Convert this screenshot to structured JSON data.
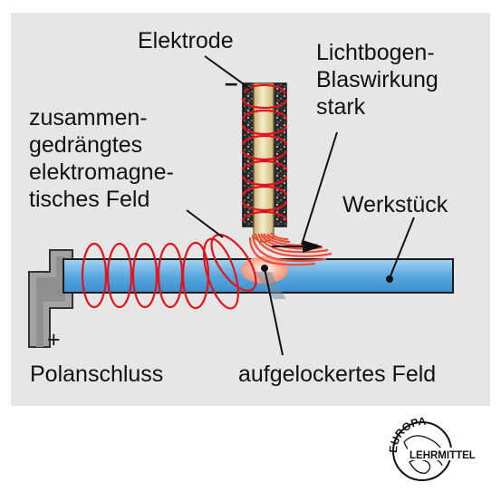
{
  "colors": {
    "panel": "#e6e6e6",
    "coil": "#e0141b",
    "workpiece": "#5aa8de",
    "electrode": "#ecd9a8",
    "holder": "#a3a3a3",
    "arc": "#f04e3b",
    "molten": "#f59a80"
  },
  "labels": {
    "elektrode": "Elektrode",
    "minus": "–",
    "plus": "+",
    "blas": [
      "Lichtbogen-",
      "Blaswirkung",
      "stark"
    ],
    "feld": [
      "zusammen-",
      "gedrängtes",
      "elektromagne-",
      "tisches Feld"
    ],
    "werkstueck": "Werkstück",
    "polanschluss": "Polanschluss",
    "aufgelockert": "aufgelockertes Feld"
  },
  "logo": {
    "top": "EUROPA",
    "bottom": "LEHRMITTEL"
  }
}
